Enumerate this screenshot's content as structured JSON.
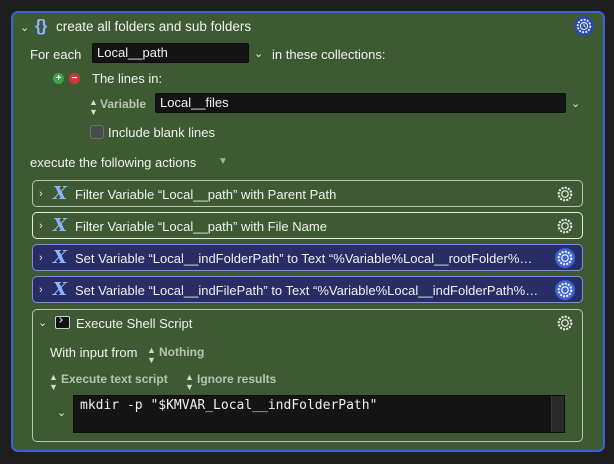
{
  "group": {
    "title": "create all folders and sub folders",
    "icon": "braces-icon"
  },
  "for_each": {
    "label": "For each",
    "variable": "Local__path",
    "in_collections": "in these collections:",
    "collection_label": "The lines in:",
    "source_type": "Variable",
    "source_value": "Local__files",
    "checkbox_label": "Include blank lines",
    "checkbox_checked": false
  },
  "execute_label": "execute the following actions",
  "actions": [
    {
      "title": "Filter Variable “Local__path” with Parent Path",
      "style": "green"
    },
    {
      "title": "Filter Variable “Local__path” with File Name",
      "style": "green"
    },
    {
      "title": "Set Variable “Local__indFolderPath” to Text “%Variable%Local__rootFolder%…",
      "style": "blue"
    },
    {
      "title": "Set Variable “Local__indFilePath” to Text “%Variable%Local__indFolderPath%…",
      "style": "blue"
    }
  ],
  "shell": {
    "title": "Execute Shell Script",
    "input_label": "With input from",
    "input_value": "Nothing",
    "mode": "Execute text script",
    "results": "Ignore results",
    "script": "mkdir -p \"$KMVAR_Local__indFolderPath\""
  },
  "colors": {
    "group_bg": "#3d5a33",
    "group_border": "#3b63d6",
    "blue_action_bg": "#282d66"
  }
}
